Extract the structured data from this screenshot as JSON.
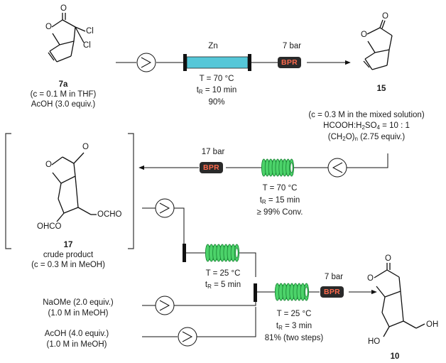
{
  "reactor1": {
    "reagent": "Zn",
    "pressure": "7 bar",
    "bpr": "BPR",
    "temperature": "T = 70 °C",
    "time_prefix": "t",
    "time_sub": "R",
    "time_value": " = 10 min",
    "yield": "90%"
  },
  "reactor2": {
    "pressure": "17 bar",
    "bpr": "BPR",
    "temperature": "T = 70 °C",
    "time_prefix": "t",
    "time_sub": "R",
    "time_value": " = 15 min",
    "conversion": "≥ 99% Conv."
  },
  "reactor3": {
    "temperature": "T = 25 °C",
    "time_prefix": "t",
    "time_sub": "R",
    "time_value": " = 5 min"
  },
  "reactor4": {
    "pressure": "7 bar",
    "bpr": "BPR",
    "temperature": "T = 25 °C",
    "time_prefix": "t",
    "time_sub": "R",
    "time_value": " = 3 min",
    "yield": "81% (two steps)"
  },
  "compounds": {
    "c7a": {
      "label": "7a",
      "conc": "(c = 0.1 M in THF)",
      "additive": "AcOH (3.0 equiv.)",
      "atom_o": "O",
      "atom_oc": "O",
      "atom_cl1": "Cl",
      "atom_cl2": "Cl"
    },
    "c15": {
      "label": "15",
      "conc": "(c = 0.3 M in the mixed solution)",
      "acid_mix_a": "HCOOH:H",
      "acid_mix_sub": "2",
      "acid_mix_b": "SO",
      "acid_mix_sub2": "4",
      "acid_mix_c": " = 10 : 1",
      "formal_a": "(CH",
      "formal_sub": "2",
      "formal_b": "O)",
      "formal_sub2": "n",
      "formal_c": " (2.75 equiv.)",
      "atom_o": "O",
      "atom_oc": "O"
    },
    "c17": {
      "label": "17",
      "desc": "crude product",
      "conc": "(c = 0.3 M in MeOH)",
      "atom_o": "O",
      "atom_oc": "O",
      "group_ocho": "OCHO",
      "group_ohco": "OHCO"
    },
    "c10": {
      "label": "10",
      "atom_o": "O",
      "atom_oc": "O",
      "group_oh": "OH",
      "group_ho": "HO"
    }
  },
  "reagents": {
    "naome": "NaOMe (2.0 equiv.)",
    "naome_conc": "(1.0 M in MeOH)",
    "acoh": "AcOH (4.0 equiv.)",
    "acoh_conc": "(1.0 M in MeOH)"
  },
  "colors": {
    "column": "#55c7d8",
    "coil": "#4cd36a",
    "coil_dark": "#1f8a3a",
    "bpr_bg": "#2a2a2a",
    "bpr_text": "#ff6a4d"
  }
}
